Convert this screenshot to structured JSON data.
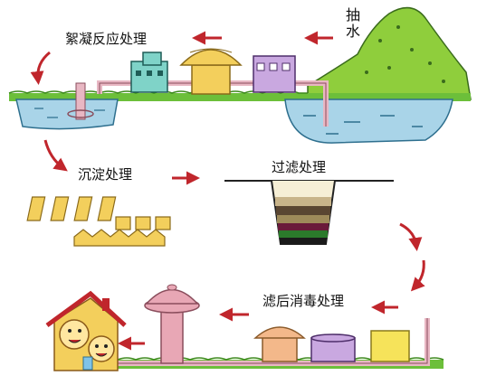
{
  "labels": {
    "pump": "抽水",
    "coagulation": "絮凝反应处理",
    "sedimentation": "沉淀处理",
    "filtration": "过滤处理",
    "disinfection": "滤后消毒处理"
  },
  "colors": {
    "arrow": "#c0262c",
    "pipe": "#e8b7c3",
    "grass": "#6cbf3a",
    "mountain": "#8fce3c",
    "water": "#a9d4e8",
    "tower_pink": "#e8a7b5",
    "dome_yellow": "#f3cf5c"
  }
}
